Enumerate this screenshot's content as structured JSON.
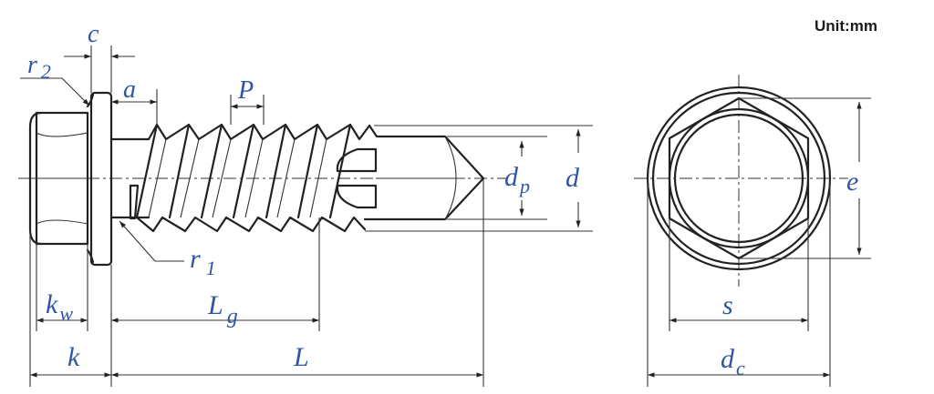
{
  "unit_label": "Unit:mm",
  "dimensions": {
    "c": "c",
    "r2_main": "r",
    "r2_sub": "2",
    "a": "a",
    "P": "P",
    "dp_main": "d",
    "dp_sub": "p",
    "d": "d",
    "r1_main": "r",
    "r1_sub": "1",
    "kw_main": "k",
    "kw_sub": "w",
    "k": "k",
    "Lg_main": "L",
    "Lg_sub": "g",
    "L": "L",
    "e": "e",
    "s": "s",
    "dc_main": "d",
    "dc_sub": "c"
  },
  "colors": {
    "label": "#2e55a6",
    "line": "#222222"
  }
}
